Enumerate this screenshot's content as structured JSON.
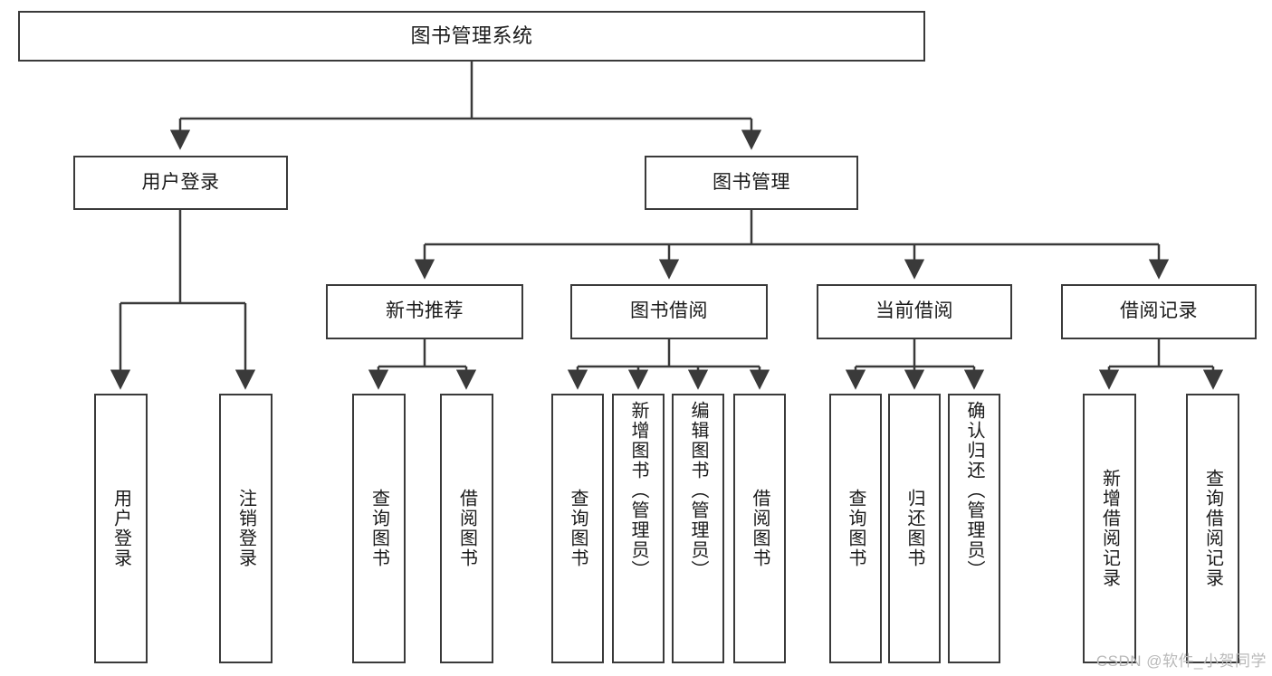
{
  "diagram": {
    "title": "图书管理系统",
    "watermark": "CSDN @软件_小贺同学",
    "accent_color": "#3a3a3a",
    "background_color": "#ffffff",
    "nodes": {
      "root": {
        "label": "图书管理系统"
      },
      "level2": [
        {
          "label": "用户登录"
        },
        {
          "label": "图书管理"
        }
      ],
      "level3": [
        {
          "label": "新书推荐"
        },
        {
          "label": "图书借阅"
        },
        {
          "label": "当前借阅"
        },
        {
          "label": "借阅记录"
        }
      ],
      "leaves_user_login": [
        {
          "label": "用户登录"
        },
        {
          "label": "注销登录"
        }
      ],
      "leaves_new_book": [
        {
          "label": "查询图书"
        },
        {
          "label": "借阅图书"
        }
      ],
      "leaves_borrow": [
        {
          "label": "查询图书"
        },
        {
          "label": "新增图书（管理员）"
        },
        {
          "label": "编辑图书（管理员）"
        },
        {
          "label": "借阅图书"
        }
      ],
      "leaves_current": [
        {
          "label": "查询图书"
        },
        {
          "label": "归还图书"
        },
        {
          "label": "确认归还（管理员）"
        }
      ],
      "leaves_record": [
        {
          "label": "新增借阅记录"
        },
        {
          "label": "查询借阅记录"
        }
      ]
    }
  }
}
